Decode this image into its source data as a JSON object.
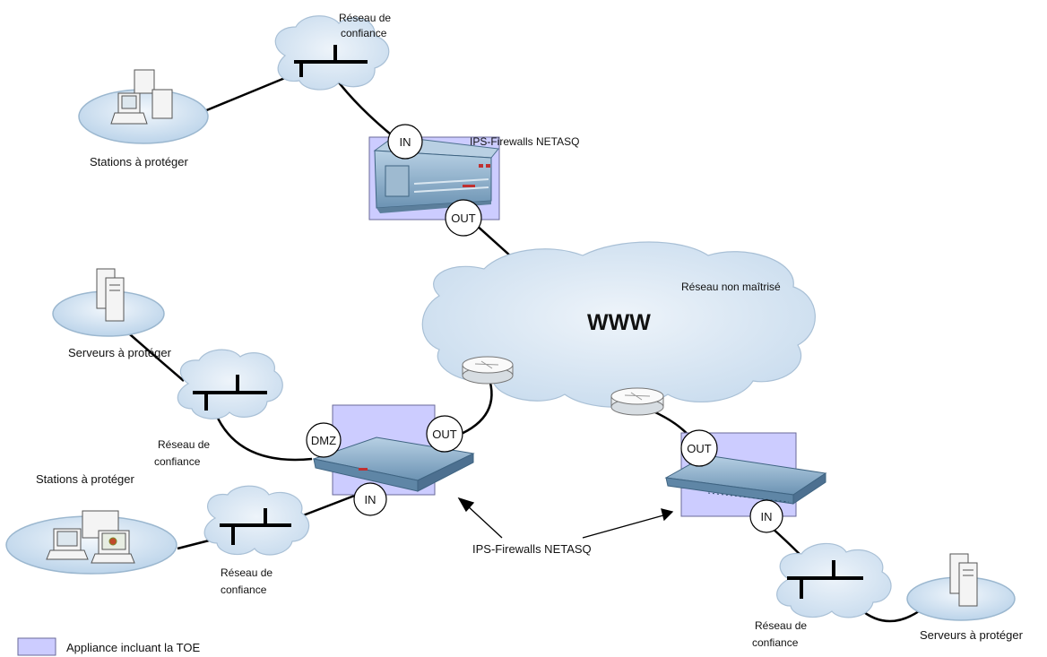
{
  "nodes": {
    "top_trust_network": [
      "Réseau de",
      "confiance"
    ],
    "top_stations": "Stations à protéger",
    "top_firewall": "IPS-Firewalls NETASQ",
    "left_servers": "Serveurs  à protéger",
    "left_dmz_network": [
      "Réseau de",
      "confiance"
    ],
    "left_stations": "Stations à protéger",
    "left_bottom_network": [
      "Réseau de",
      "confiance"
    ],
    "internet_cloud": "WWW",
    "internet_label": "Réseau non maîtrisé",
    "shared_firewall_label": "IPS-Firewalls NETASQ",
    "right_bottom_network": [
      "Réseau de",
      "confiance"
    ],
    "right_servers": "Serveurs  à protéger"
  },
  "ports": {
    "top_in": "IN",
    "top_out": "OUT",
    "left_dmz": "DMZ",
    "left_out": "OUT",
    "left_in": "IN",
    "right_out": "OUT",
    "right_in": "IN"
  },
  "legend": {
    "label": "Appliance incluant la TOE",
    "swatch_color": "#ccccff"
  },
  "colors": {
    "cloud_fill": "#d9e6f2",
    "disc_fill": "#d6e6f4",
    "appliance_fill": "#ccccff",
    "device_blue": "#8fb4cf"
  }
}
